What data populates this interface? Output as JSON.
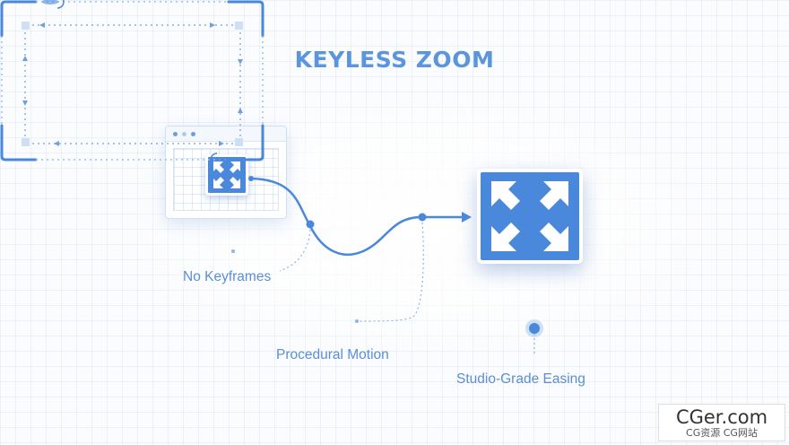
{
  "title": "KEYLESS ZOOM",
  "labels": {
    "no_keyframes": "No Keyframes",
    "procedural_motion": "Procedural Motion",
    "studio_grade_easing": "Studio-Grade Easing"
  },
  "watermark": {
    "main": "CGer.com",
    "sub": "CG资源 CG网站"
  },
  "icons": {
    "small": "expand-arrows-icon",
    "large": "expand-arrows-icon"
  },
  "colors": {
    "accent": "#4a88dc",
    "title": "#5b95de",
    "label": "#5b8fd3",
    "line": "#4a88dc"
  }
}
